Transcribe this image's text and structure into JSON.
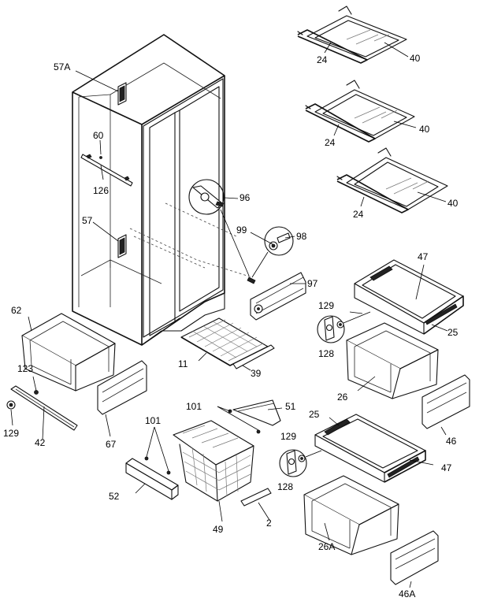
{
  "labels": {
    "l57a": "57A",
    "l60": "60",
    "l126": "126",
    "l57": "57",
    "l96": "96",
    "l99": "99",
    "l98": "98",
    "l97": "97",
    "l24a": "24",
    "l40a": "40",
    "l24b": "24",
    "l40b": "40",
    "l24c": "24",
    "l40c": "40",
    "l47a": "47",
    "l129a": "129",
    "l128a": "128",
    "l25a": "25",
    "l26": "26",
    "l46": "46",
    "l62": "62",
    "l123": "123",
    "l129c": "129",
    "l42": "42",
    "l67": "67",
    "l11": "11",
    "l39": "39",
    "l101a": "101",
    "l51": "51",
    "l101b": "101",
    "l52": "52",
    "l49": "49",
    "l2": "2",
    "l25b": "25",
    "l129b": "129",
    "l128b": "128",
    "l47b": "47",
    "l26a": "26A",
    "l46a": "46A"
  }
}
